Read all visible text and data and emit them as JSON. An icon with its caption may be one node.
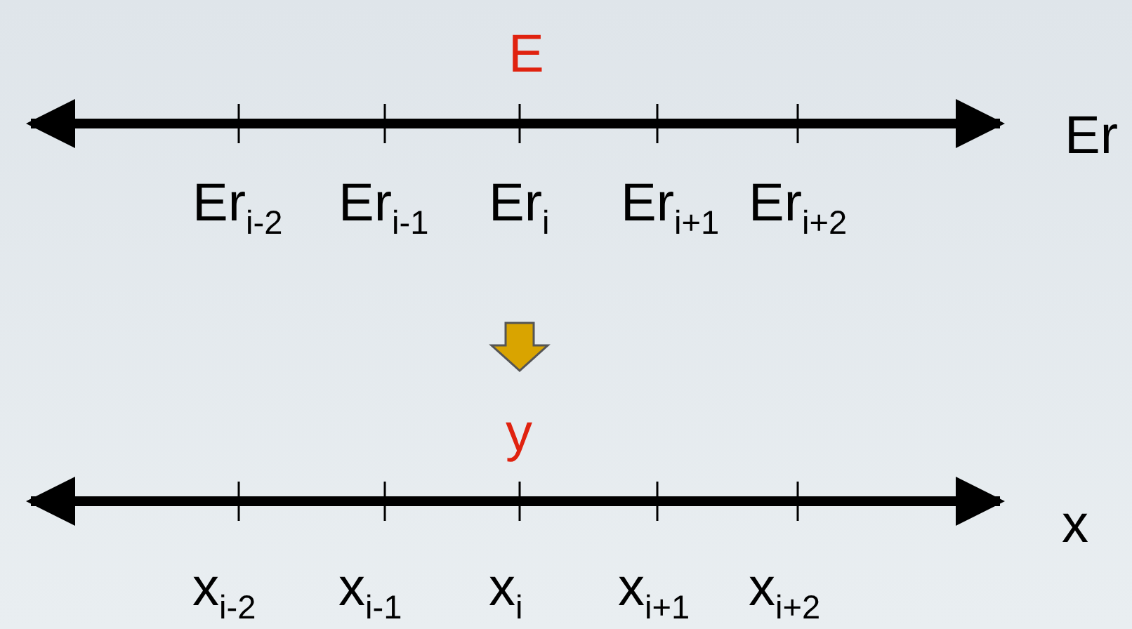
{
  "diagram": {
    "labels": [
      "E",
      "Er",
      "Er$_{i-2}$",
      "Er$_{i-1}$",
      "Er$_{i}$",
      "Er$_{i+1}$",
      "Er$_{i+2}$",
      "y",
      "x",
      "x$_{i-2}$",
      "x$_{i-1}$",
      "x$_{i}$",
      "x$_{i+1}$",
      "x$_{i+2}$"
    ]
  }
}
